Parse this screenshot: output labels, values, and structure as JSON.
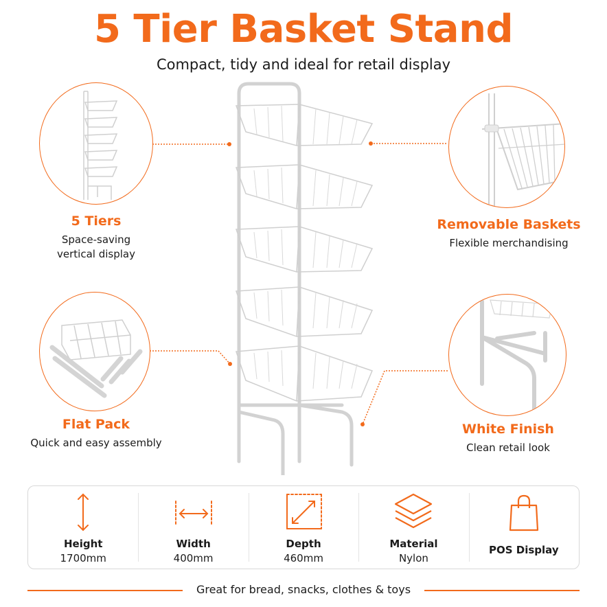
{
  "header": {
    "title": "5 Tier Basket Stand",
    "subtitle": "Compact, tidy and ideal for retail display"
  },
  "features": {
    "tiers": {
      "heading": "5 Tiers",
      "line1": "Space-saving",
      "line2": "vertical display"
    },
    "baskets": {
      "heading": "Removable Baskets",
      "line1": "Flexible merchandising"
    },
    "flatpack": {
      "heading": "Flat Pack",
      "line1": "Quick and easy assembly"
    },
    "finish": {
      "heading": "White Finish",
      "line1": "Clean retail look"
    }
  },
  "specs": [
    {
      "icon": "height-arrow-icon",
      "label": "Height",
      "value": "1700mm"
    },
    {
      "icon": "width-arrow-icon",
      "label": "Width",
      "value": "400mm"
    },
    {
      "icon": "depth-arrow-icon",
      "label": "Depth",
      "value": "460mm"
    },
    {
      "icon": "layers-icon",
      "label": "Material",
      "value": "Nylon"
    },
    {
      "icon": "shopping-bag-icon",
      "label": "POS Display"
    }
  ],
  "footer": {
    "text": "Great for bread, snacks, clothes & toys"
  },
  "colors": {
    "accent": "#f26a1b",
    "text": "#1b1b1b",
    "border": "#d8d8d8"
  }
}
